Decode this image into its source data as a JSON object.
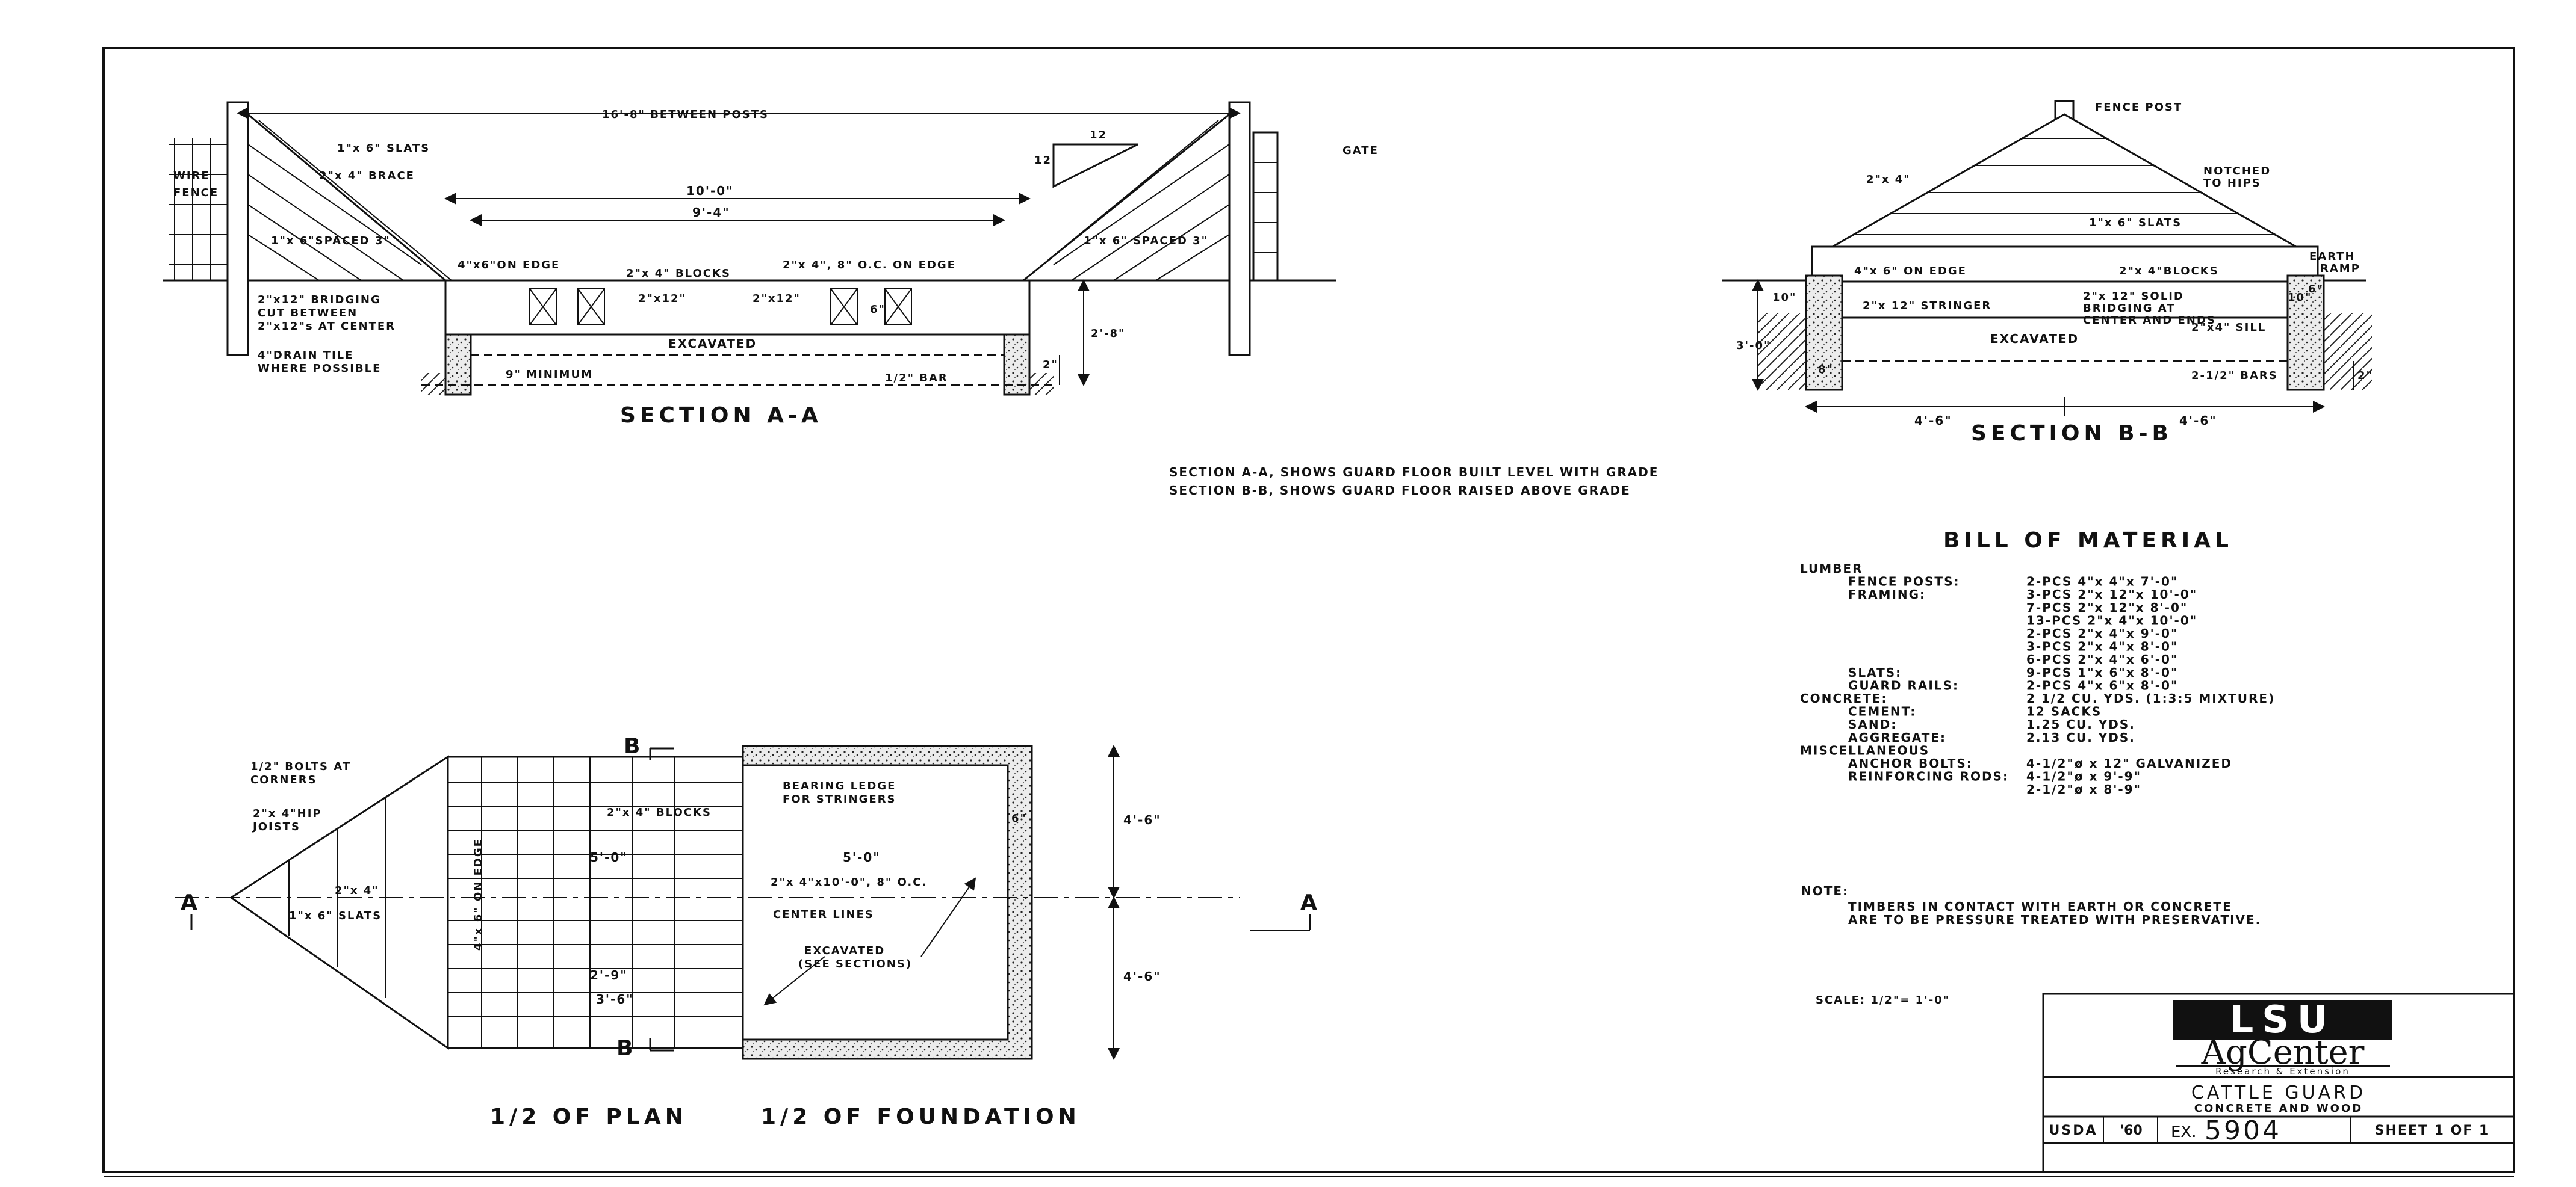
{
  "sections": {
    "aa": {
      "title": "SECTION A-A",
      "labels": {
        "between_posts": "16'-8\" BETWEEN POSTS",
        "slats": "1\"x 6\" SLATS",
        "brace": "2\"x 4\" BRACE",
        "wire_fence": [
          "WIRE",
          "FENCE"
        ],
        "gate": "GATE",
        "slope": [
          "12",
          "12"
        ],
        "ten": "10'-0\"",
        "nine_four": "9'-4\"",
        "spaced_left": "1\"x 6\"SPACED 3\"",
        "spaced_right": "1\"x 6\" SPACED 3\"",
        "on_edge": "4\"x6\"ON EDGE",
        "blocks": "2\"x 4\" BLOCKS",
        "oc_on_edge": "2\"x 4\", 8\" O.C. ON EDGE",
        "bridging": [
          "2\"x12\" BRIDGING",
          "CUT BETWEEN",
          "2\"x12\"s AT CENTER"
        ],
        "two_by_twelve": "2\"x12\"",
        "six": "6\"",
        "excavated": "EXCAVATED",
        "drain": [
          "4\"DRAIN TILE",
          "WHERE POSSIBLE"
        ],
        "nine_min": "9\" MINIMUM",
        "half_bar": "1/2\" BAR",
        "two_in": "2\"",
        "two_eight": "2'-8\""
      }
    },
    "bb": {
      "title": "SECTION B-B",
      "labels": {
        "fence_post": "FENCE POST",
        "notched": [
          "NOTCHED",
          "TO HIPS"
        ],
        "two_by_four": "2\"x 4\"",
        "slats": "1\"x 6\" SLATS",
        "earth_ramp": [
          "EARTH",
          "RAMP"
        ],
        "on_edge": "4\"x 6\" ON EDGE",
        "blocks": "2\"x 4\"BLOCKS",
        "stringer": "2\"x 12\" STRINGER",
        "solid": [
          "2\"x 12\" SOLID",
          "BRIDGING AT",
          "CENTER AND ENDS"
        ],
        "sill": "2\"x4\" SILL",
        "excavated": "EXCAVATED",
        "half_bars": "2-1/2\" BARS",
        "three_zero": "3'-0\"",
        "ten": "10\"",
        "eight": "8\"",
        "six": "6\"",
        "two": "2\"",
        "four_six_a": "4'-6\"",
        "four_six_b": "4'-6\""
      }
    },
    "notes": [
      "SECTION A-A, SHOWS GUARD FLOOR BUILT LEVEL WITH GRADE",
      "SECTION B-B, SHOWS GUARD FLOOR RAISED ABOVE GRADE"
    ],
    "plan": {
      "half_plan": "1/2 OF PLAN",
      "half_foundation": "1/2 OF FOUNDATION",
      "labels": {
        "bolts": [
          "1/2\" BOLTS AT",
          "CORNERS"
        ],
        "hip": [
          "2\"x 4\"HIP",
          "JOISTS"
        ],
        "b_top": "B",
        "b_bottom": "B",
        "a_left": "A",
        "a_right": "A",
        "bearing": [
          "BEARING LEDGE",
          "FOR STRINGERS"
        ],
        "blocks": "2\"x 4\" BLOCKS",
        "five_a": "5'-0\"",
        "five_b": "5'-0\"",
        "oc": "2\"x 4\"x10'-0\", 8\" O.C.",
        "center": "CENTER LINES",
        "two_four": "2\"x 4\"",
        "slats": "1\"x 6\" SLATS",
        "on_edge": "4\"x 6\" ON EDGE",
        "two_nine": "2'-9\"",
        "three_six": "3'-6\"",
        "excavated": [
          "EXCAVATED",
          "(SEE SECTIONS)"
        ],
        "four_six_a": "4'-6\"",
        "four_six_b": "4'-6\"",
        "six": "6\""
      }
    }
  },
  "bill": {
    "title": "BILL OF MATERIAL",
    "rows": [
      {
        "label": "LUMBER",
        "value": "",
        "indent": 0
      },
      {
        "label": "FENCE POSTS:",
        "value": "2-PCS 4\"x 4\"x 7'-0\"",
        "indent": 1
      },
      {
        "label": "FRAMING:",
        "value": "3-PCS 2\"x 12\"x 10'-0\"",
        "indent": 1
      },
      {
        "label": "",
        "value": "7-PCS 2\"x 12\"x 8'-0\"",
        "indent": 1
      },
      {
        "label": "",
        "value": "13-PCS 2\"x 4\"x 10'-0\"",
        "indent": 1
      },
      {
        "label": "",
        "value": "2-PCS 2\"x 4\"x 9'-0\"",
        "indent": 1
      },
      {
        "label": "",
        "value": "3-PCS 2\"x 4\"x 8'-0\"",
        "indent": 1
      },
      {
        "label": "",
        "value": "6-PCS 2\"x 4\"x 6'-0\"",
        "indent": 1
      },
      {
        "label": "SLATS:",
        "value": "9-PCS 1\"x 6\"x 8'-0\"",
        "indent": 1
      },
      {
        "label": "GUARD RAILS:",
        "value": "2-PCS 4\"x 6\"x 8'-0\"",
        "indent": 1
      },
      {
        "label": "CONCRETE:",
        "value": "2 1/2 CU. YDS. (1:3:5 MIXTURE)",
        "indent": 0
      },
      {
        "label": "CEMENT:",
        "value": "12 SACKS",
        "indent": 1
      },
      {
        "label": "SAND:",
        "value": "1.25 CU. YDS.",
        "indent": 1
      },
      {
        "label": "AGGREGATE:",
        "value": "2.13 CU. YDS.",
        "indent": 1
      },
      {
        "label": "MISCELLANEOUS",
        "value": "",
        "indent": 0
      },
      {
        "label": "ANCHOR BOLTS:",
        "value": "4-1/2\"ø x 12\" GALVANIZED",
        "indent": 1
      },
      {
        "label": "REINFORCING RODS:",
        "value": "4-1/2\"ø x 9'-9\"",
        "indent": 1
      },
      {
        "label": "",
        "value": "2-1/2\"ø x 8'-9\"",
        "indent": 1
      }
    ]
  },
  "note": {
    "label": "NOTE:",
    "lines": [
      "TIMBERS IN CONTACT WITH EARTH OR CONCRETE",
      "ARE TO BE PRESSURE TREATED WITH PRESERVATIVE."
    ]
  },
  "scale": "SCALE: 1/2\"= 1'-0\"",
  "title_block": {
    "logo_top": "LSU",
    "logo_mid": "AgCenter",
    "logo_sub": "Research & Extension",
    "name": "CATTLE GUARD",
    "subname": "CONCRETE AND WOOD",
    "agency": "USDA",
    "year": "'60",
    "number_prefix": "EX.",
    "number": "5904",
    "sheet": "SHEET 1 OF 1"
  },
  "colors": {
    "ink": "#111111",
    "paper": "#ffffff",
    "concrete": "#d8d8d8"
  }
}
